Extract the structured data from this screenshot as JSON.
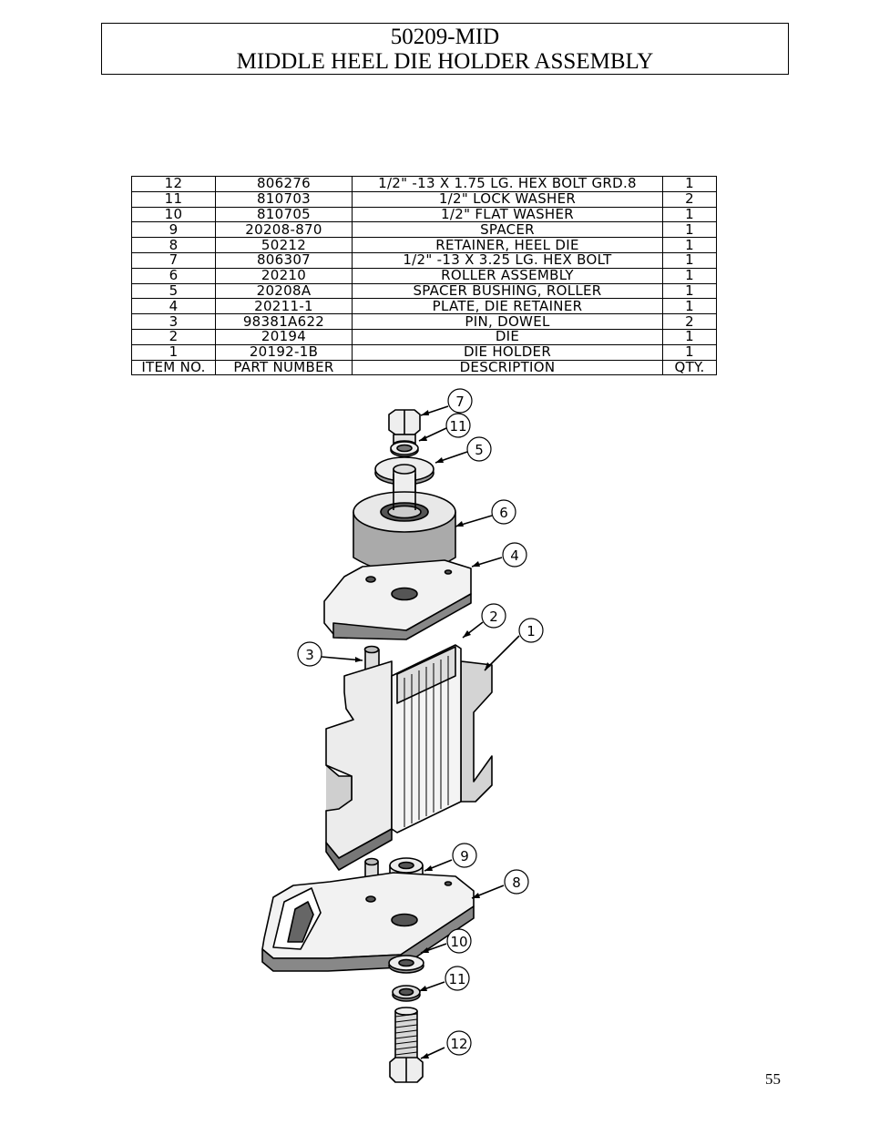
{
  "header": {
    "part_number": "50209-MID",
    "assembly_name": "MIDDLE HEEL DIE HOLDER ASSEMBLY"
  },
  "bom": {
    "rows": [
      {
        "item": "12",
        "part": "806276",
        "desc": "1/2\" -13 X 1.75 LG. HEX BOLT GRD.8",
        "qty": "1"
      },
      {
        "item": "11",
        "part": "810703",
        "desc": "1/2\" LOCK WASHER",
        "qty": "2"
      },
      {
        "item": "10",
        "part": "810705",
        "desc": "1/2\" FLAT WASHER",
        "qty": "1"
      },
      {
        "item": "9",
        "part": "20208-870",
        "desc": "SPACER",
        "qty": "1"
      },
      {
        "item": "8",
        "part": "50212",
        "desc": "RETAINER, HEEL DIE",
        "qty": "1"
      },
      {
        "item": "7",
        "part": "806307",
        "desc": "1/2\" -13  X  3.25 LG. HEX BOLT",
        "qty": "1"
      },
      {
        "item": "6",
        "part": "20210",
        "desc": "ROLLER ASSEMBLY",
        "qty": "1"
      },
      {
        "item": "5",
        "part": "20208A",
        "desc": "SPACER BUSHING, ROLLER",
        "qty": "1"
      },
      {
        "item": "4",
        "part": "20211-1",
        "desc": "PLATE, DIE RETAINER",
        "qty": "1"
      },
      {
        "item": "3",
        "part": "98381A622",
        "desc": "PIN, DOWEL",
        "qty": "2"
      },
      {
        "item": "2",
        "part": "20194",
        "desc": "DIE",
        "qty": "1"
      },
      {
        "item": "1",
        "part": "20192-1B",
        "desc": "DIE HOLDER",
        "qty": "1"
      }
    ],
    "headers": {
      "item": "ITEM NO.",
      "part": "PART NUMBER",
      "desc": "DESCRIPTION",
      "qty": "QTY."
    }
  },
  "callouts": {
    "c7": "7",
    "c11a": "11",
    "c5": "5",
    "c6": "6",
    "c4": "4",
    "c2": "2",
    "c1": "1",
    "c3": "3",
    "c9": "9",
    "c8": "8",
    "c10": "10",
    "c11b": "11",
    "c12": "12"
  },
  "footer": {
    "page_number": "55"
  }
}
